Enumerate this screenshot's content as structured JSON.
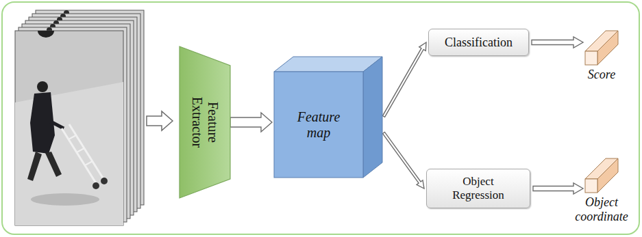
{
  "diagram": {
    "nodes": [
      {
        "text": [
          "Feature Extractor"
        ]
      },
      {
        "text": [
          "Feature map"
        ]
      },
      {
        "text": [
          "Classification"
        ]
      },
      {
        "text": [
          "Object Regression"
        ]
      },
      {
        "text": [
          "Score"
        ]
      },
      {
        "text": [
          "Object coordinate"
        ]
      }
    ],
    "edges": [
      {
        "from": 0,
        "to": 1,
        "arrow": "to"
      },
      {
        "from": 1,
        "to": 2,
        "arrow": "to"
      },
      {
        "from": 1,
        "to": 3,
        "arrow": "to"
      },
      {
        "from": 2,
        "to": 4,
        "arrow": "to"
      },
      {
        "from": 3,
        "to": 5,
        "arrow": "to"
      }
    ]
  }
}
